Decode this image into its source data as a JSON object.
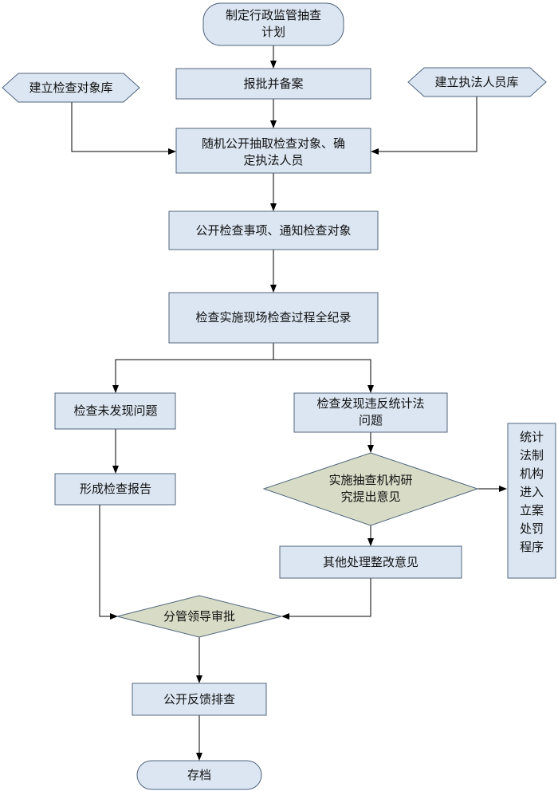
{
  "nodes": {
    "start": [
      "制定行政监管抽查",
      "计划"
    ],
    "approve": [
      "报批并备案"
    ],
    "lib_targets": [
      "建立检查对象库"
    ],
    "lib_staff": [
      "建立执法人员库"
    ],
    "random_draw": [
      "随机公开抽取检查对象、确",
      "定执法人员"
    ],
    "notify": [
      "公开检查事项、通知检查对象"
    ],
    "inspect": [
      "检查实施现场检查过程全纪录"
    ],
    "no_issue": [
      "检查未发现问题"
    ],
    "violation": [
      "检查发现违反统计法",
      "问题"
    ],
    "report": [
      "形成检查报告"
    ],
    "research": [
      "实施抽查机构研",
      "究提出意见"
    ],
    "legal": [
      "统计",
      "法制",
      "机构",
      "进入",
      "立案",
      "处罚",
      "程序"
    ],
    "other": [
      "其他处理整改意见"
    ],
    "review": [
      "分管领导审批"
    ],
    "feedback": [
      "公开反馈排查"
    ],
    "archive": [
      "存档"
    ]
  }
}
